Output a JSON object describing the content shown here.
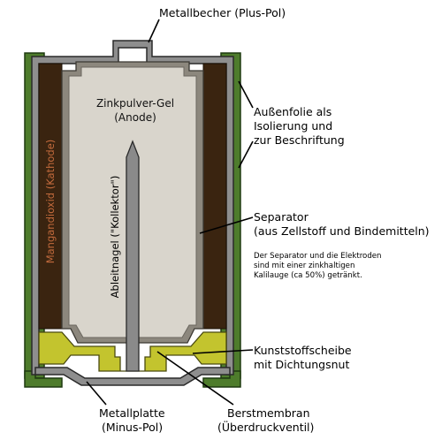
{
  "colors": {
    "outer_foil": "#4e7c2c",
    "can_steel": "#8e8e8e",
    "can_outline": "#2a2a2a",
    "cathode": "#3a2410",
    "anode_gel": "#d9d5cc",
    "separator": "#8c877d",
    "collector": "#8a8a8a",
    "seal": "#c3c42e",
    "background": "#ffffff"
  },
  "labels": {
    "metallbecher": "Metallbecher (Plus-Pol)",
    "aussenfolie": [
      "Außenfolie als",
      "Isolierung und",
      "zur Beschriftung"
    ],
    "separator": [
      "Separator",
      "(aus Zellstoff und Bindemitteln)"
    ],
    "elektrolyt_note": [
      "Der Separator und die Elektroden",
      "sind mit einer zinkhaltigen",
      "Kalilauge (ca 50%) getränkt."
    ],
    "kunststoffscheibe": [
      "Kunststoffscheibe",
      "mit Dichtungsnut"
    ],
    "metallplatte": [
      "Metallplatte",
      "(Minus-Pol)"
    ],
    "berstmembran": [
      "Berstmembran",
      "(Überdruckventil)"
    ],
    "anode": [
      "Zinkpulver-Gel",
      "(Anode)"
    ],
    "ableitnagel": "Ableitnagel (\"Kollektor\")",
    "kathode": "Mangandioxid (Kathode)"
  }
}
